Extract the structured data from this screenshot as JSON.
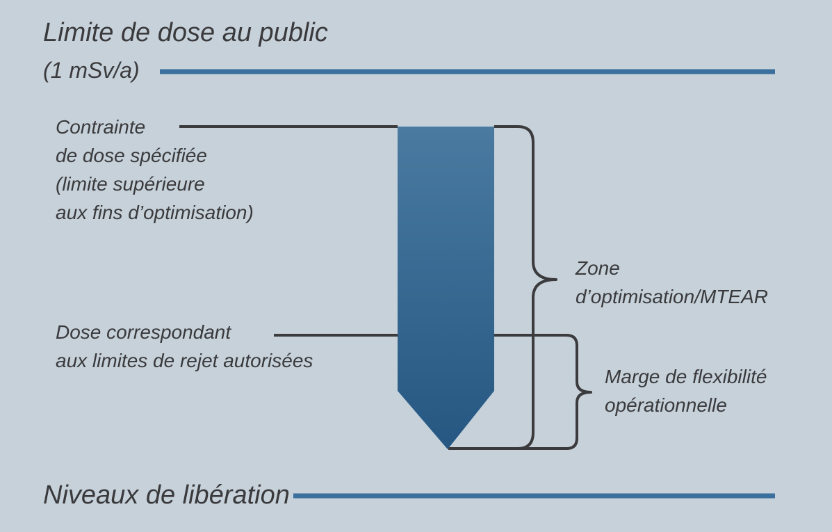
{
  "diagram": {
    "title": "Limite de dose au public",
    "title_unit": "(1 mSv/a)",
    "constraint_label": "Contrainte\nde dose spécifiée\n(limite supérieure\naux fins d’optimisation)",
    "dose_label": "Dose correspondant\naux limites de rejet autorisées",
    "zone_label": "Zone\nd’optimisation/MTEAR",
    "marge_label": "Marge de flexibilité\nopérationnelle",
    "niveaux_label": "Niveaux de libération",
    "colors": {
      "background": "#c6d1da",
      "blue_line": "#3a6f9e",
      "dark_line": "#3b3b3d",
      "arrow_top": "#4a7aa0",
      "arrow_bottom": "#255782",
      "text": "#3a3a3c"
    }
  }
}
